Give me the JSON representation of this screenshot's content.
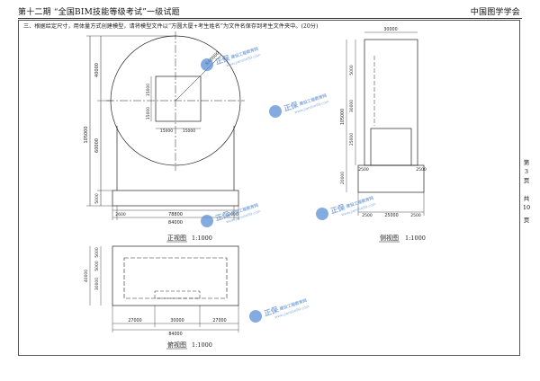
{
  "header": {
    "left": "第十二期 “全国BIM技能等级考试”一级试题",
    "right": "中国图学学会"
  },
  "question": "三、根据给定尺寸，用体量方式创建模型，请将模型文件以“方圆大厦+考生姓名”为文件名保存到考生文件夹中。(20分)",
  "side_panel": {
    "di": "第",
    "page": "3",
    "ye1": "页",
    "gong": "共",
    "total": "10",
    "ye2": "页"
  },
  "front_view": {
    "caption": "正视图",
    "scale": "1:1000",
    "dim_left_total": "105000",
    "dim_left_upper": "40000",
    "dim_left_lower": "60000",
    "dim_left_base": "5000",
    "dim_radius": "R40000",
    "dim_window_height": "15000",
    "dim_window_width_a": "15000",
    "dim_window_width_b": "15000",
    "dim_bottom_total": "84000",
    "dim_bottom_left": "2600",
    "dim_bottom_middle": "78800",
    "dim_bottom_right": "2600"
  },
  "side_view": {
    "caption": "侧视图",
    "scale": "1:1000",
    "dim_top": "30000",
    "dim_slot_height": "5000",
    "dim_mid_a": "30000",
    "dim_mid_b": "25000",
    "dim_lower": "20000",
    "dim_left_total": "105000",
    "dim_inset_left": "2500",
    "dim_inset_right": "2500",
    "dim_bottom_a": "2500",
    "dim_bottom_b": "25000",
    "dim_bottom_c": "2500"
  },
  "top_view": {
    "caption": "俯视图",
    "scale": "1:1000",
    "dim_left_a": "5000",
    "dim_left_b": "5000",
    "dim_left_c": "30000",
    "dim_left_total": "40000",
    "dim_bottom_a": "27000",
    "dim_bottom_b": "30000",
    "dim_bottom_c": "27000",
    "dim_bottom_total": "84000"
  },
  "watermarks": [
    {
      "main": "正保",
      "sub": "建设工程教育网",
      "url": "www.jianshe99.com"
    },
    {
      "main": "正保",
      "sub": "建设工程教育网",
      "url": "www.jianshe99.com"
    },
    {
      "main": "正保",
      "sub": "建设工程教育网",
      "url": "www.jianshe99.com"
    },
    {
      "main": "正保",
      "sub": "建设工程教育网",
      "url": "www.jianshe99.com"
    },
    {
      "main": "正保",
      "sub": "建设工程教育网",
      "url": "www.jianshe99.com"
    }
  ],
  "colors": {
    "line": "#222222",
    "watermark": "#5b8fd6"
  }
}
